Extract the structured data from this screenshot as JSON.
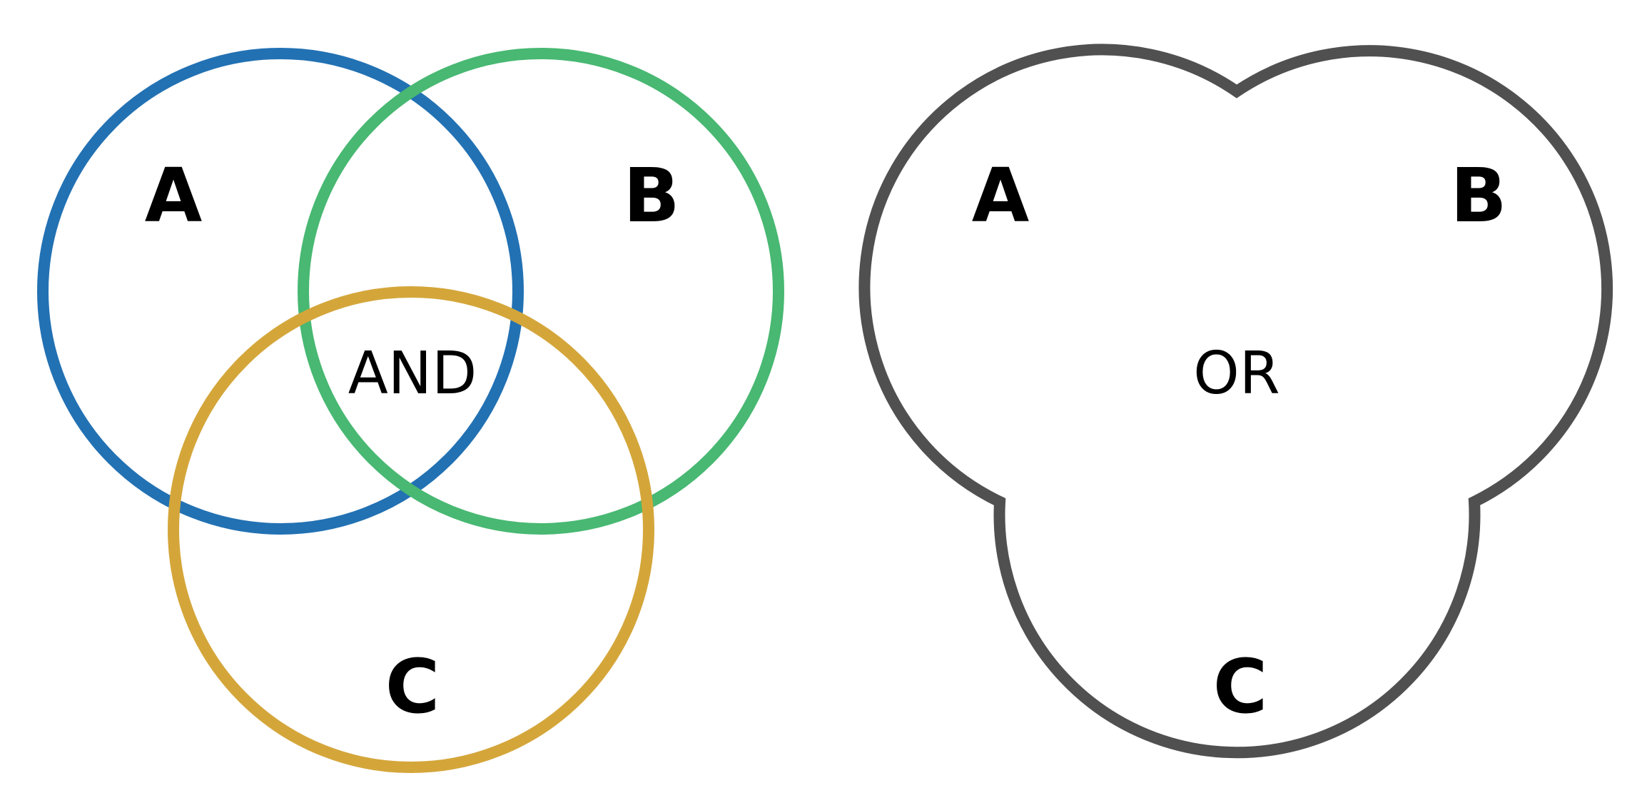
{
  "colors": {
    "set_a": "#2271b3",
    "set_b": "#48b872",
    "set_c": "#d4a63a",
    "union_outline": "#505050",
    "text": "#000000",
    "background": "#ffffff"
  },
  "intersection": {
    "label_a": "A",
    "label_b": "B",
    "label_c": "C",
    "operator": "AND"
  },
  "union": {
    "label_a": "A",
    "label_b": "B",
    "label_c": "C",
    "operator": "OR"
  }
}
